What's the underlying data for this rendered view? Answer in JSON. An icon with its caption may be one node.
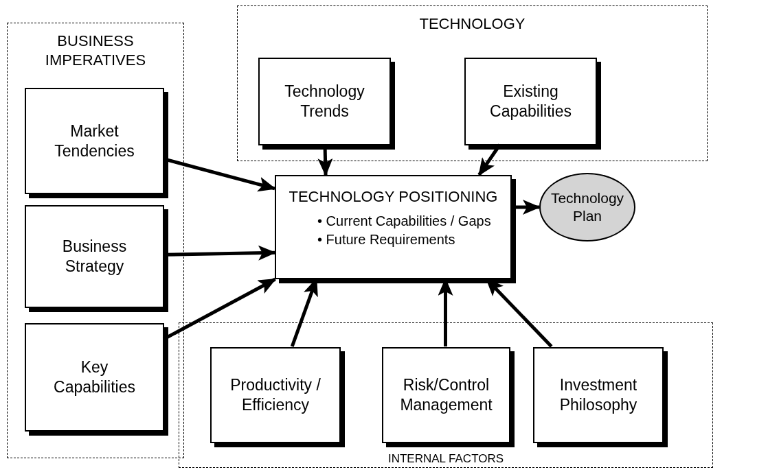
{
  "diagram": {
    "nodes": [
      {
        "text": [
          "BUSINESS IMPERATIVES"
        ]
      },
      {
        "text": [
          "Market Tendencies"
        ],
        "in": 0
      },
      {
        "text": [
          "Business Strategy"
        ],
        "in": 0
      },
      {
        "text": [
          "Key Capabilities"
        ],
        "in": 0
      },
      {
        "text": [
          "TECHNOLOGY"
        ]
      },
      {
        "text": [
          "Technology Trends"
        ],
        "in": 4
      },
      {
        "text": [
          "Existing Capabilities"
        ],
        "in": 4
      },
      {
        "text": [
          "TECHNOLOGY POSITIONING",
          "• Current Capabilities / Gaps",
          "• Future Requirements"
        ]
      },
      {
        "text": [
          "Technology Plan"
        ]
      },
      {
        "text": [
          "INTERNAL FACTORS"
        ]
      },
      {
        "text": [
          "Productivity / Efficiency"
        ],
        "in": 9
      },
      {
        "text": [
          "Risk/Control Management"
        ],
        "in": 9
      },
      {
        "text": [
          "Investment Philosophy"
        ],
        "in": 9
      }
    ],
    "edges": [
      {
        "from": 1,
        "to": 7,
        "arrow": "to"
      },
      {
        "from": 2,
        "to": 7,
        "arrow": "to"
      },
      {
        "from": 3,
        "to": 7,
        "arrow": "to"
      },
      {
        "from": 5,
        "to": 7,
        "arrow": "to"
      },
      {
        "from": 6,
        "to": 7,
        "arrow": "to"
      },
      {
        "from": 10,
        "to": 7,
        "arrow": "to"
      },
      {
        "from": 11,
        "to": 7,
        "arrow": "to"
      },
      {
        "from": 12,
        "to": 7,
        "arrow": "to"
      },
      {
        "from": 7,
        "to": 8,
        "arrow": "to"
      }
    ]
  }
}
